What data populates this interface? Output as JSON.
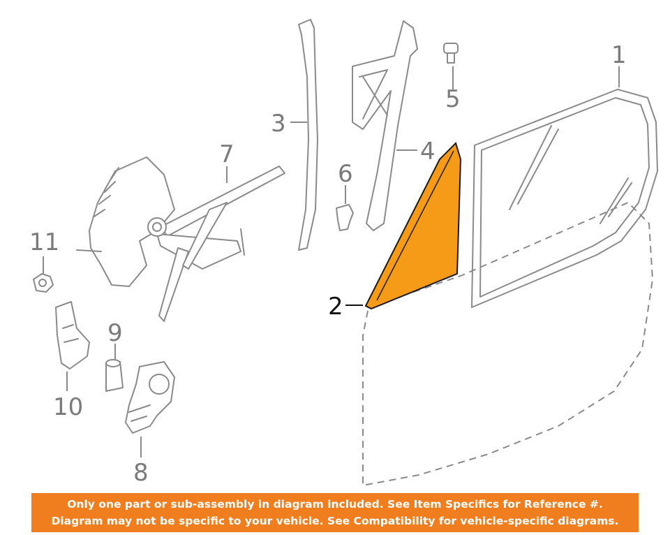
{
  "colors": {
    "highlight": "#F59B17",
    "notice_bg": "#F07E1E",
    "notice_text": "#FFFFFF",
    "line_art": "#8A8A8A"
  },
  "callouts": {
    "c1": "1",
    "c2": "2",
    "c3": "3",
    "c4": "4",
    "c5": "5",
    "c6": "6",
    "c7": "7",
    "c8": "8",
    "c9": "9",
    "c10": "10",
    "c11": "11"
  },
  "notice": {
    "line1": "Only one part or sub-assembly in diagram included. See Item Specifics for Reference #.",
    "line2": "Diagram may not be specific to your vehicle. See Compatibility for vehicle-specific diagrams."
  }
}
